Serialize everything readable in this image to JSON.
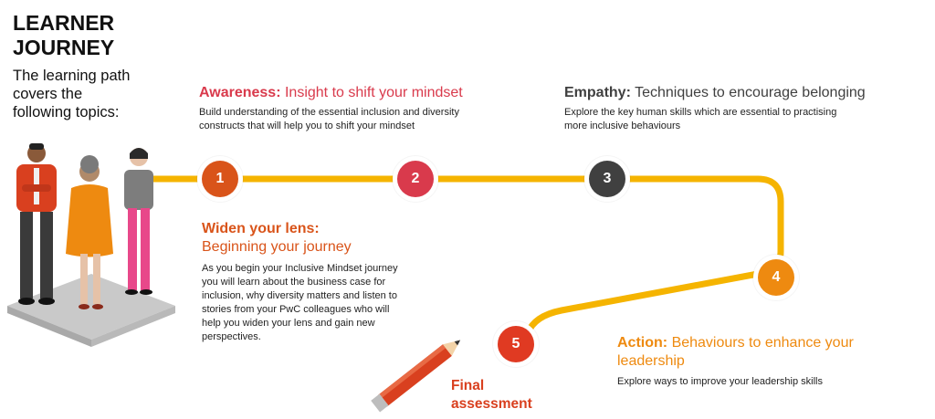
{
  "header": {
    "title_line1": "LEARNER",
    "title_line2": "JOURNEY",
    "intro_line1": "The learning path",
    "intro_line2": "covers the",
    "intro_line3": "following topics:"
  },
  "colors": {
    "path": "#f5b400",
    "step1": "#d9541a",
    "step2": "#d93a4c",
    "step3": "#404040",
    "step4": "#ee8a10",
    "step5": "#e03a22"
  },
  "steps": [
    {
      "number": "1",
      "title": "Widen your lens:",
      "subtitle": "Beginning your journey",
      "desc_lines": [
        "As you begin your Inclusive Mindset journey",
        "you will learn about the business case for",
        "inclusion, why diversity matters and listen to",
        "stories from your PwC colleagues who will",
        "help you widen your lens and gain new",
        "perspectives."
      ]
    },
    {
      "number": "2",
      "title": "Awareness:",
      "subtitle": "Insight to shift your mindset",
      "desc_lines": [
        "Build understanding of the essential inclusion and diversity",
        "constructs that will help you to shift your mindset"
      ]
    },
    {
      "number": "3",
      "title": "Empathy:",
      "subtitle": "Techniques to encourage belonging",
      "desc_lines": [
        "Explore the key human skills which are essential to practising",
        "more inclusive behaviours"
      ]
    },
    {
      "number": "4",
      "title": "Action:",
      "subtitle_line1": "Behaviours to enhance your",
      "subtitle_line2": "leadership",
      "desc_lines": [
        "Explore ways to improve your leadership skills"
      ]
    },
    {
      "number": "5",
      "final_line1": "Final",
      "final_line2": "assessment"
    }
  ],
  "icons": {
    "people": "people-illustration-icon",
    "pencil": "pencil-icon"
  }
}
